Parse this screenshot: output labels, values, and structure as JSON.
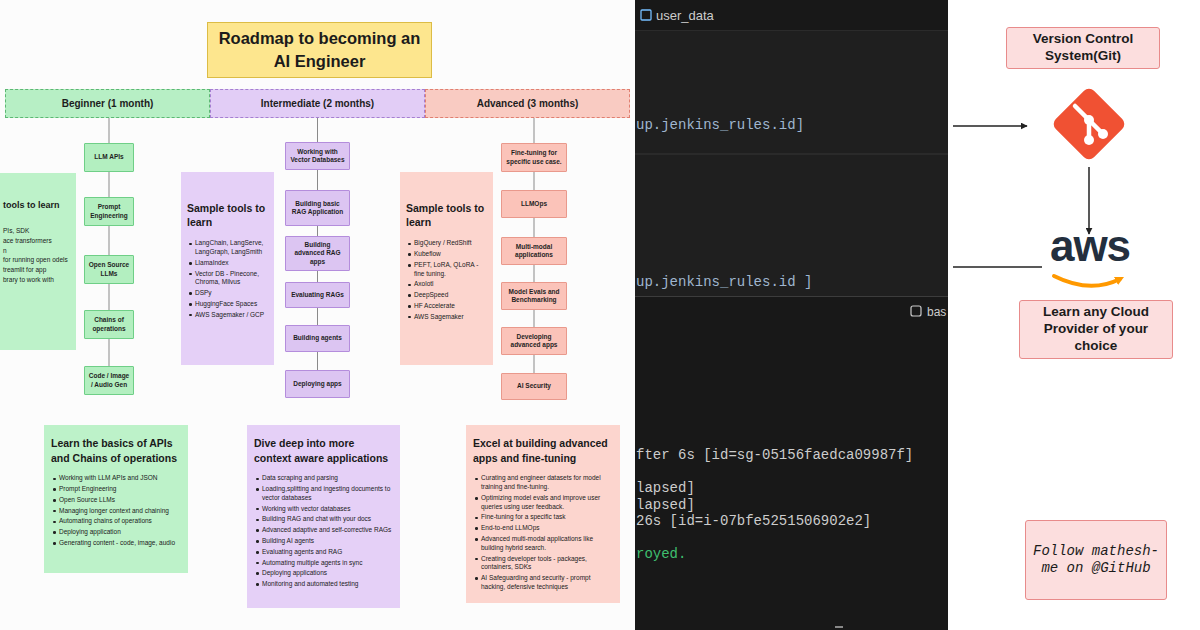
{
  "diagram": {
    "title": "Roadmap to becoming an AI Engineer",
    "nodes": [
      {
        "text": [
          "Beginner (1 month)"
        ]
      },
      {
        "text": [
          "Intermediate (2 months)"
        ]
      },
      {
        "text": [
          "Advanced (3 months)"
        ]
      },
      {
        "text": [
          "tools to learn",
          "PIs, SDK",
          "ace transformers",
          "n",
          "for running open odels",
          "treamlit for app",
          "brary to work with"
        ]
      },
      {
        "text": [
          "LLM APIs"
        ]
      },
      {
        "text": [
          "Prompt Engineering"
        ]
      },
      {
        "text": [
          "Open Source LLMs"
        ]
      },
      {
        "text": [
          "Chains of operations"
        ]
      },
      {
        "text": [
          "Code / Image / Audio Gen"
        ]
      },
      {
        "text": [
          "Sample tools to learn",
          "LangChain, LangServe, LangGraph, LangSmith",
          "LlamaIndex",
          "Vector DB - Pinecone, Chroma, Milvus",
          "DSPy",
          "HuggingFace Spaces",
          "AWS Sagemaker / GCP"
        ]
      },
      {
        "text": [
          "Working with Vector Databases"
        ]
      },
      {
        "text": [
          "Building basic RAG Application"
        ]
      },
      {
        "text": [
          "Building advanced RAG apps"
        ]
      },
      {
        "text": [
          "Evaluating RAGs"
        ]
      },
      {
        "text": [
          "Building agents"
        ]
      },
      {
        "text": [
          "Deploying apps"
        ]
      },
      {
        "text": [
          "Sample tools to learn",
          "BigQuery / RedShift",
          "Kubeflow",
          "PEFT, LoRA, QLoRA - fine tuning.",
          "Axolotl",
          "DeepSpeed",
          "HF Accelerate",
          "AWS Sagemaker"
        ]
      },
      {
        "text": [
          "Fine-tuning for specific use case."
        ]
      },
      {
        "text": [
          "LLMOps"
        ]
      },
      {
        "text": [
          "Multi-modal applications"
        ]
      },
      {
        "text": [
          "Model Evals and Benchmarking"
        ]
      },
      {
        "text": [
          "Developing advanced apps"
        ]
      },
      {
        "text": [
          "AI Security"
        ]
      },
      {
        "text": [
          "Learn the basics of APIs and Chains of operations",
          "Working with LLM APIs and JSON",
          "Prompt Engineering",
          "Open Source LLMs",
          "Managing longer context and chaining",
          "Automating chains of operations",
          "Deploying application",
          "Generating content - code, image, audio"
        ]
      },
      {
        "text": [
          "Dive deep into more context aware applications",
          "Data scraping and parsing",
          "Loading,splitting and ingesting documents to vector databases",
          "Working with vector databases",
          "Building RAG and chat with your docs",
          "Advanced adaptive and self-corrective RAGs",
          "Building AI agents",
          "Evaluating agents and RAG",
          "Automating multiple agents in sync",
          "Deploying applications",
          "Monitoring and automated testing"
        ]
      },
      {
        "text": [
          "Excel at building advanced apps and fine-tuning",
          "Curating and engineer datasets for model training and fine-tuning.",
          "Optimizing model evals and improve user queries using user feedback.",
          "Fine-tuning for a specific task",
          "End-to-end LLMOps",
          "Advanced multi-modal applications like building hybrid search.",
          "Creating developer tools - packages, containers, SDKs",
          "AI Safeguarding and security - prompt hacking, defensive techniques"
        ]
      },
      {
        "text": [
          "Version Control System(Git)"
        ]
      },
      {
        "text": [
          "Learn any Cloud Provider of your choice"
        ]
      },
      {
        "text": [
          "Follow mathesh-me on @GitHub"
        ]
      }
    ],
    "edges": [
      {
        "from": 0,
        "to": 4,
        "arrow": "none"
      },
      {
        "from": 4,
        "to": 5,
        "arrow": "none"
      },
      {
        "from": 5,
        "to": 6,
        "arrow": "none"
      },
      {
        "from": 6,
        "to": 7,
        "arrow": "none"
      },
      {
        "from": 7,
        "to": 8,
        "arrow": "none"
      },
      {
        "from": 1,
        "to": 10,
        "arrow": "none"
      },
      {
        "from": 10,
        "to": 11,
        "arrow": "none"
      },
      {
        "from": 11,
        "to": 12,
        "arrow": "none"
      },
      {
        "from": 12,
        "to": 13,
        "arrow": "none"
      },
      {
        "from": 13,
        "to": 14,
        "arrow": "none"
      },
      {
        "from": 14,
        "to": 15,
        "arrow": "none"
      },
      {
        "from": 2,
        "to": 17,
        "arrow": "none"
      },
      {
        "from": 17,
        "to": 18,
        "arrow": "none"
      },
      {
        "from": 18,
        "to": 19,
        "arrow": "none"
      },
      {
        "from": 19,
        "to": 20,
        "arrow": "none"
      },
      {
        "from": 20,
        "to": 21,
        "arrow": "none"
      },
      {
        "from": 21,
        "to": 22,
        "arrow": "none"
      }
    ],
    "labels": [
      "user_data",
      "up.jenkins_rules.id]",
      "up.jenkins_rules.id ]",
      "bas",
      "fter 6s [id=sg-05156faedca09987f]",
      "lapsed]",
      "lapsed]",
      "26s [id=i-07bfe5251506902e2]",
      "royed.",
      "aws"
    ]
  }
}
